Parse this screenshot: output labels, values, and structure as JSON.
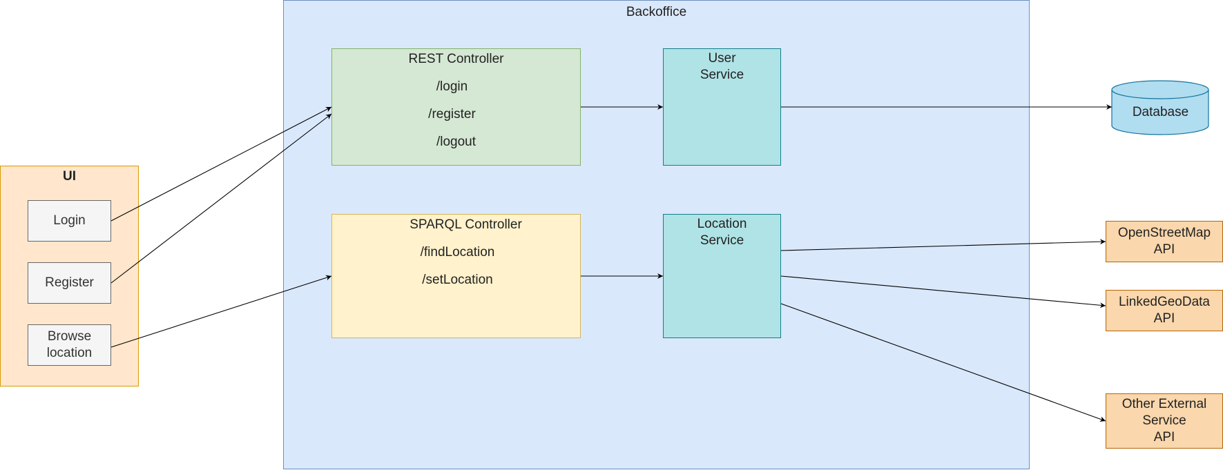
{
  "backoffice": {
    "title": "Backoffice"
  },
  "rest_controller": {
    "title": "REST Controller",
    "endpoints": [
      "/login",
      "/register",
      "/logout"
    ]
  },
  "sparql_controller": {
    "title": "SPARQL Controller",
    "endpoints": [
      "/findLocation",
      "/setLocation"
    ]
  },
  "user_service": {
    "title": "User\nService"
  },
  "location_service": {
    "title": "Location\nService"
  },
  "database": {
    "label": "Database"
  },
  "ui": {
    "title": "UI",
    "buttons": {
      "login": "Login",
      "register": "Register",
      "browse": "Browse\nlocation"
    }
  },
  "external_apis": {
    "openstreetmap": "OpenStreetMap\nAPI",
    "linkedgeodata": "LinkedGeoData\nAPI",
    "other": "Other External\nService\nAPI"
  },
  "colors": {
    "backoffice_fill": "#dae8fc",
    "rest_fill": "#d5e8d4",
    "sparql_fill": "#fff2cc",
    "service_fill": "#b0e3e6",
    "ui_fill": "#ffe6cc",
    "api_fill": "#fad7ac",
    "database_fill": "#b1ddf0"
  }
}
